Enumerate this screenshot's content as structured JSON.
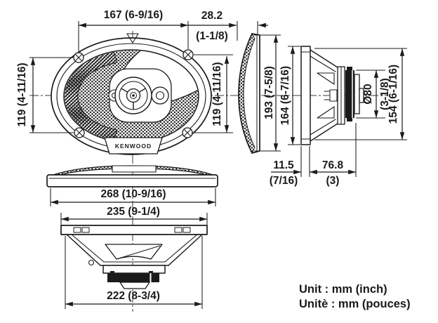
{
  "views": {
    "front": {
      "dim_width": "167 (6-9/16)",
      "dim_height_left": "119 (4-11/16)",
      "dim_height_right": "119 (4-11/16)",
      "brand": "KENWOOD"
    },
    "side": {
      "dim_grille_depth_mm": "28.2",
      "dim_grille_depth_in": "(1-1/8)",
      "dim_overall_height": "193 (7-5/8)",
      "dim_cutout_height": "164 (6-7/16)",
      "dim_magnet_dia_mm": "Ø80",
      "dim_magnet_dia_in": "(3-1/8)",
      "dim_rear_height": "154 (6-1/16)",
      "dim_front_depth_mm": "11.5",
      "dim_front_depth_in": "(7/16)",
      "dim_mount_depth_mm": "76.8",
      "dim_mount_depth_in": "(3)"
    },
    "bottom": {
      "dim_overall_width": "268 (10-9/16)",
      "dim_frame_width": "235 (9-1/4)",
      "dim_basket_width": "222 (8-3/4)"
    }
  },
  "legend": {
    "unit_line1": "Unit : mm (inch)",
    "unit_line2": "Unitè : mm (pouces)"
  },
  "colors": {
    "line": "#1a1a1a",
    "background": "#ffffff"
  }
}
